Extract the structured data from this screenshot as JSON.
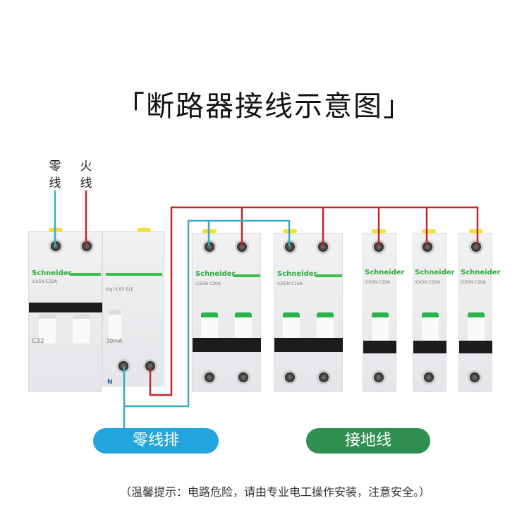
{
  "title": "「断路器接线示意图」",
  "labels": {
    "neutral": "零\n线",
    "live": "火\n线",
    "neutral_a": "零",
    "neutral_b": "线",
    "live_a": "火",
    "live_b": "线"
  },
  "breakers": {
    "main": {
      "brand": "Schneider",
      "model": "iC65N C32A",
      "rating": "C32",
      "rcd_model": "Vigi iC65 ELE",
      "rcd_rating": "30mA",
      "n_mark": "N"
    },
    "double": [
      {
        "brand": "Schneider",
        "model": "iC65N C20A"
      },
      {
        "brand": "Schneider",
        "model": "iC65N C16A"
      }
    ],
    "single": [
      {
        "brand": "Schneider",
        "model": "iC65N C20A"
      },
      {
        "brand": "Schneider",
        "model": "iC65N C20A"
      },
      {
        "brand": "Schneider",
        "model": "iC65N C20A"
      }
    ]
  },
  "pills": {
    "neutral_bar": "零线排",
    "ground": "接地线"
  },
  "note": "（温馨提示：电路危险，请由专业电工操作安装，注意安全。）",
  "colors": {
    "live_wire": "#c0262e",
    "neutral_wire": "#3aa8c8",
    "neutral_pill": "#22a5dc",
    "ground_pill": "#2e8f4e"
  }
}
